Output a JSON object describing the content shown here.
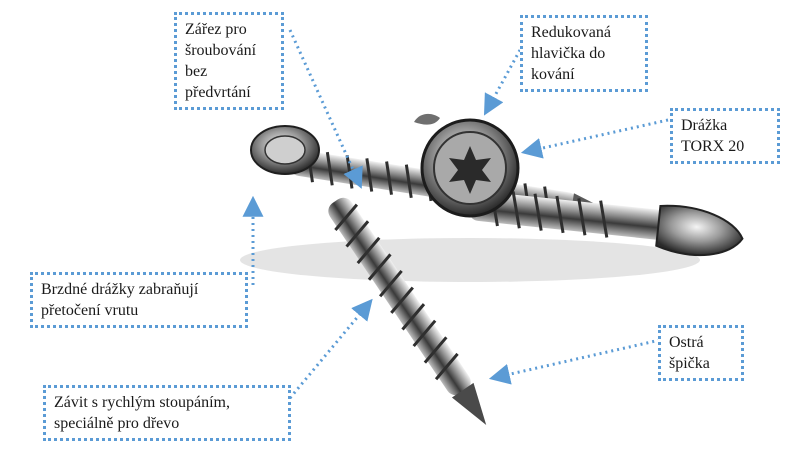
{
  "colors": {
    "callout_border": "#5b9bd5",
    "leader_line": "#5b9bd5",
    "text": "#1a1a1a",
    "metal_dark": "#2b2b2b",
    "metal_light": "#e6e6e6"
  },
  "callouts": {
    "cut_notch": {
      "lines": [
        "Zářez pro",
        "šroubování",
        "bez",
        "předvrtání"
      ]
    },
    "reduced_head": {
      "lines": [
        "Redukovaná",
        "hlavička do",
        "kování"
      ]
    },
    "torx": {
      "lines": [
        "Drážka",
        "TORX 20"
      ]
    },
    "brake_grooves": {
      "lines": [
        "Brzdné drážky zabraňují",
        "přetočení vrutu"
      ]
    },
    "sharp_tip": {
      "lines": [
        "Ostrá",
        "špička"
      ]
    },
    "fast_thread": {
      "lines": [
        "Závit s rychlým stoupáním,",
        "speciálně pro dřevo"
      ]
    }
  }
}
